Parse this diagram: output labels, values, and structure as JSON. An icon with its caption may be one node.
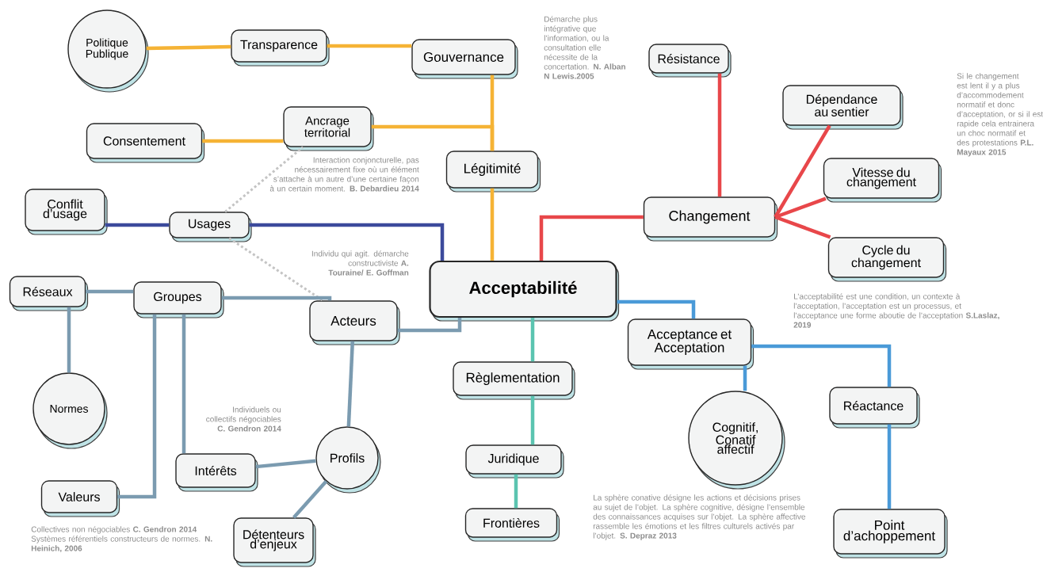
{
  "diagram": {
    "nodes": [
      {
        "text": [
          "Politique Publique"
        ]
      },
      {
        "text": [
          "Transparence"
        ]
      },
      {
        "text": [
          "Gouvernance"
        ]
      },
      {
        "text": [
          "Ancrage territorial"
        ]
      },
      {
        "text": [
          "Consentement"
        ]
      },
      {
        "text": [
          "Légitimité"
        ]
      },
      {
        "text": [
          "Conflit d’usage"
        ]
      },
      {
        "text": [
          "Usages"
        ]
      },
      {
        "text": [
          "Acceptabilité"
        ]
      },
      {
        "text": [
          "Changement"
        ]
      },
      {
        "text": [
          "Résistance"
        ]
      },
      {
        "text": [
          "Dépendance au sentier"
        ]
      },
      {
        "text": [
          "Vitesse du changement"
        ]
      },
      {
        "text": [
          "Cycle du changement"
        ]
      },
      {
        "text": [
          "Réseaux"
        ]
      },
      {
        "text": [
          "Groupes"
        ]
      },
      {
        "text": [
          "Acteurs"
        ]
      },
      {
        "text": [
          "Normes"
        ]
      },
      {
        "text": [
          "Valeurs"
        ]
      },
      {
        "text": [
          "Intérêts"
        ]
      },
      {
        "text": [
          "Profils"
        ]
      },
      {
        "text": [
          "Détenteurs d’enjeux"
        ]
      },
      {
        "text": [
          "Règlementation"
        ]
      },
      {
        "text": [
          "Juridique"
        ]
      },
      {
        "text": [
          "Frontières"
        ]
      },
      {
        "text": [
          "Acceptance et Acceptation"
        ]
      },
      {
        "text": [
          "Cognitif, Conatif affectif"
        ]
      },
      {
        "text": [
          "Réactance"
        ]
      },
      {
        "text": [
          "Point d’achoppement"
        ]
      }
    ],
    "edges": [
      {
        "from": 0,
        "to": 1,
        "arrow": "none",
        "color": "#f5b335"
      },
      {
        "from": 1,
        "to": 2,
        "arrow": "none",
        "color": "#f5b335"
      },
      {
        "from": 2,
        "to": 5,
        "arrow": "none",
        "color": "#f5b335"
      },
      {
        "from": 4,
        "to": 3,
        "arrow": "none",
        "color": "#f5b335"
      },
      {
        "from": 3,
        "to": 5,
        "arrow": "none",
        "color": "#f5b335"
      },
      {
        "from": 5,
        "to": 8,
        "arrow": "none",
        "color": "#f5b335"
      },
      {
        "from": 8,
        "to": 9,
        "arrow": "none",
        "color": "#e8474a"
      },
      {
        "from": 9,
        "to": 10,
        "arrow": "none",
        "color": "#e8474a"
      },
      {
        "from": 9,
        "to": 11,
        "arrow": "none",
        "color": "#e8474a"
      },
      {
        "from": 9,
        "to": 12,
        "arrow": "none",
        "color": "#e8474a"
      },
      {
        "from": 9,
        "to": 13,
        "arrow": "none",
        "color": "#e8474a"
      },
      {
        "from": 6,
        "to": 7,
        "arrow": "none",
        "color": "#3c4a9c"
      },
      {
        "from": 7,
        "to": 8,
        "arrow": "none",
        "color": "#3c4a9c"
      },
      {
        "from": 7,
        "to": 3,
        "arrow": "none",
        "style": "dashed",
        "color": "#c4c4c4"
      },
      {
        "from": 7,
        "to": 16,
        "arrow": "none",
        "style": "dashed",
        "color": "#c4c4c4"
      },
      {
        "from": 14,
        "to": 15,
        "arrow": "none",
        "color": "#7b9bb0"
      },
      {
        "from": 15,
        "to": 16,
        "arrow": "none",
        "color": "#7b9bb0"
      },
      {
        "from": 17,
        "to": 14,
        "arrow": "none",
        "color": "#7b9bb0"
      },
      {
        "from": 15,
        "to": 18,
        "arrow": "none",
        "color": "#7b9bb0"
      },
      {
        "from": 15,
        "to": 19,
        "arrow": "none",
        "color": "#7b9bb0"
      },
      {
        "from": 16,
        "to": 8,
        "arrow": "none",
        "color": "#7b9bb0"
      },
      {
        "from": 16,
        "to": 20,
        "arrow": "none",
        "color": "#7b9bb0"
      },
      {
        "from": 20,
        "to": 19,
        "arrow": "none",
        "color": "#7b9bb0"
      },
      {
        "from": 20,
        "to": 21,
        "arrow": "none",
        "color": "#7b9bb0"
      },
      {
        "from": 8,
        "to": 22,
        "arrow": "none",
        "color": "#5bc4b0"
      },
      {
        "from": 22,
        "to": 23,
        "arrow": "none",
        "color": "#5bc4b0"
      },
      {
        "from": 23,
        "to": 24,
        "arrow": "none",
        "color": "#5bc4b0"
      },
      {
        "from": 8,
        "to": 25,
        "arrow": "none",
        "color": "#4a9ad8"
      },
      {
        "from": 25,
        "to": 26,
        "arrow": "none",
        "color": "#4a9ad8"
      },
      {
        "from": 25,
        "to": 27,
        "arrow": "none",
        "color": "#4a9ad8"
      },
      {
        "from": 27,
        "to": 28,
        "arrow": "none",
        "color": "#4a9ad8"
      }
    ],
    "labels": [
      "Démarche plus intégrative que l’information, ou la consultation elle nécessite de la concertation. **N. Alban N Lewis.2005**",
      "Interaction conjoncturelle, pas nécessairement fixe où un élément s’attache à un autre d’une certaine façon à un certain moment. **B. Debardieu 2014**",
      "Si le changement est lent il y a plus d’accommodement normatif et donc d’acceptation, or si il est rapide cela entrainera un choc normatif et des protestations **P.L. Mayaux 2015**",
      "Individu qui agit. démarche constructiviste **A. Touraine/ E. Goffman**",
      "L’acceptabilité est une condition, un contexte à l’acceptation, l’acceptation est un processus, et l’acceptance une forme aboutie de l’acceptation **S.Laslaz, 2019**",
      "Individuels ou collectifs négociables **C. Gendron 2014**",
      "Collectives non négociables **C. Gendron 2014** Systèmes référentiels constructeurs de normes. **N. Heinich, 2006**",
      "La sphère conative désigne les actions et décisions prises au sujet de l’objet. La sphère cognitive, désigne l’ensemble des connaissances acquises sur l’objet. La sphère affective rassemble les émotions et les filtres culturels activés par l’objet. **S. Depraz  2013**"
    ]
  }
}
